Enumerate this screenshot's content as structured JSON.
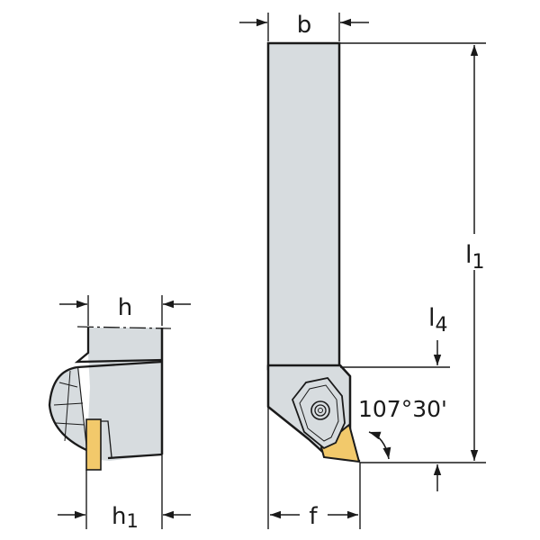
{
  "diagram": {
    "title": "Turning tool holder dimension drawing",
    "colors": {
      "body": "#d7dcdf",
      "insert": "#f2c96b",
      "line": "#1a1a1a"
    },
    "labels": {
      "b": "b",
      "h": "h",
      "h1_main": "h",
      "h1_sub": "1",
      "l1_main": "l",
      "l1_sub": "1",
      "l4_main": "l",
      "l4_sub": "4",
      "f": "f",
      "angle": "107°30'"
    }
  }
}
